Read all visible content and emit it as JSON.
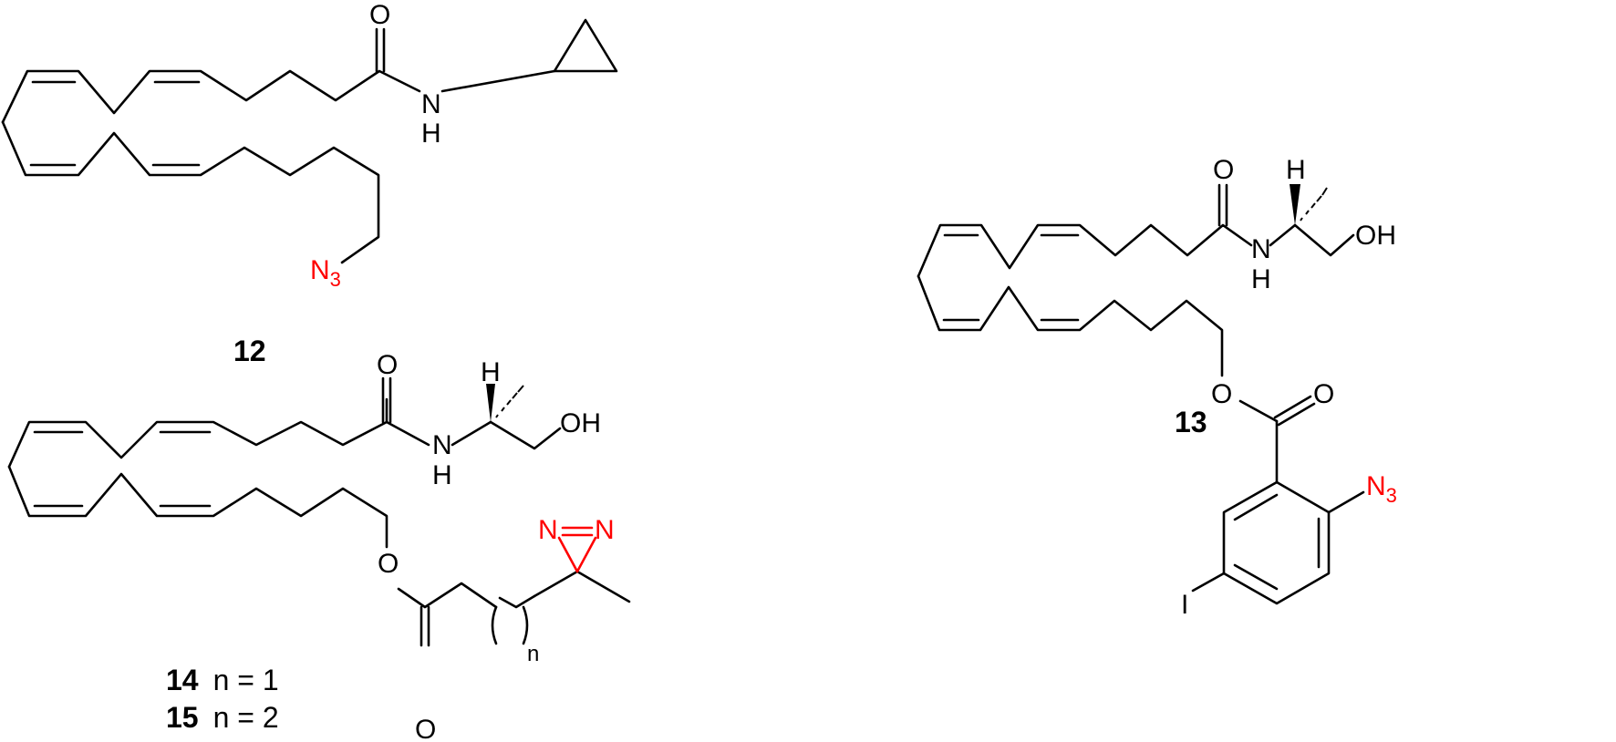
{
  "figure": {
    "background": "#ffffff",
    "highlight_color": "#ff0000",
    "compounds": [
      {
        "id": "12",
        "label": "12",
        "atoms": {
          "O": "O",
          "N": "N",
          "H": "H",
          "azide": "N",
          "azide_sub": "3"
        }
      },
      {
        "id": "13",
        "label": "13",
        "atoms": {
          "O": "O",
          "N": "N",
          "H": "H",
          "H_stereo": "H",
          "OH": "OH",
          "ester_O": "O",
          "ester_carbonyl_O": "O",
          "azide": "N",
          "azide_sub": "3",
          "iodo": "I"
        }
      },
      {
        "id": "14-15",
        "labels": [
          {
            "bold": "14",
            "text": "n = 1"
          },
          {
            "bold": "15",
            "text": "n = 2"
          }
        ],
        "atoms": {
          "O": "O",
          "N": "N",
          "H": "H",
          "H_stereo": "H",
          "OH": "OH",
          "ester_O": "O",
          "ester_carbonyl_O": "O",
          "diazirine_N1": "N",
          "diazirine_N2": "N",
          "repeat_sub": "n"
        }
      }
    ]
  }
}
